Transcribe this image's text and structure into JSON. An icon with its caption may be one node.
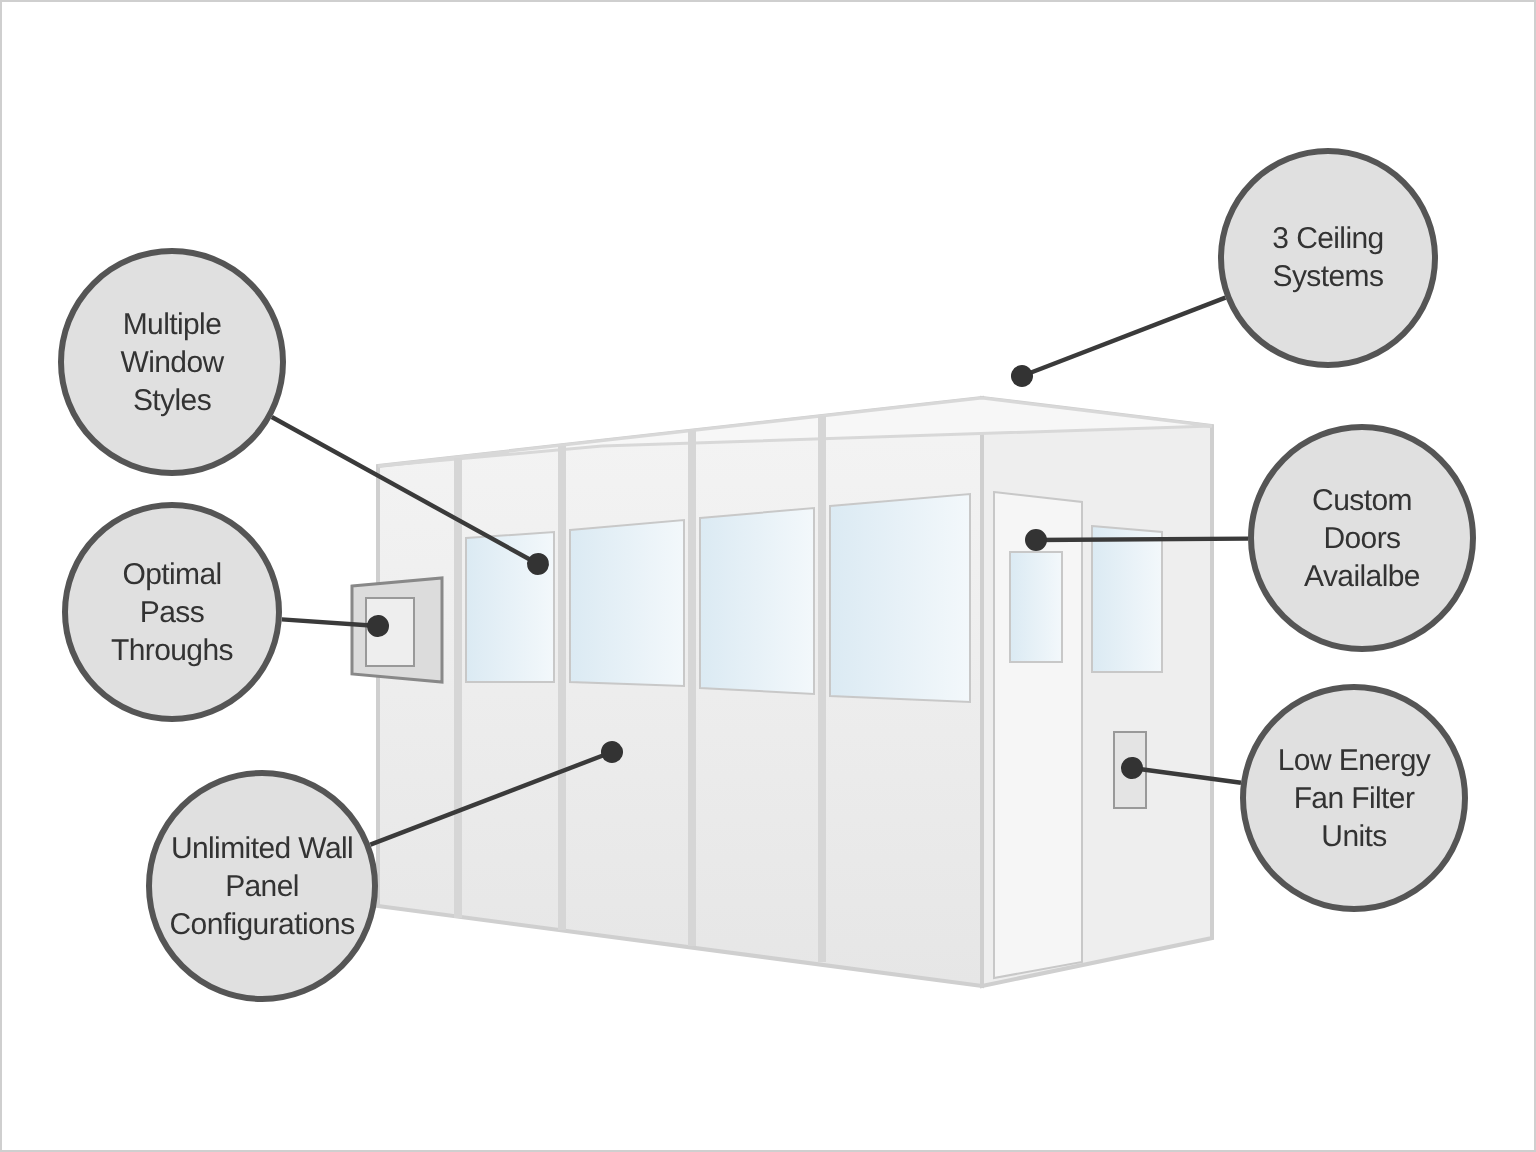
{
  "diagram": {
    "nodes": [
      {
        "text": [
          "Multiple Window Styles"
        ]
      },
      {
        "text": [
          "Optimal Pass Throughs"
        ]
      },
      {
        "text": [
          "Unlimited Wall Panel Configurations"
        ]
      },
      {
        "text": [
          "3 Ceiling Systems"
        ]
      },
      {
        "text": [
          "Custom Doors Availalbe"
        ]
      },
      {
        "text": [
          "Low Energy Fan Filter Units"
        ]
      }
    ],
    "edges": [
      {
        "from": 0,
        "to": null,
        "arrow": "other"
      },
      {
        "from": 1,
        "to": null,
        "arrow": "other"
      },
      {
        "from": 2,
        "to": null,
        "arrow": "other"
      },
      {
        "from": 3,
        "to": null,
        "arrow": "other"
      },
      {
        "from": 4,
        "to": null,
        "arrow": "other"
      },
      {
        "from": 5,
        "to": null,
        "arrow": "other"
      }
    ]
  }
}
